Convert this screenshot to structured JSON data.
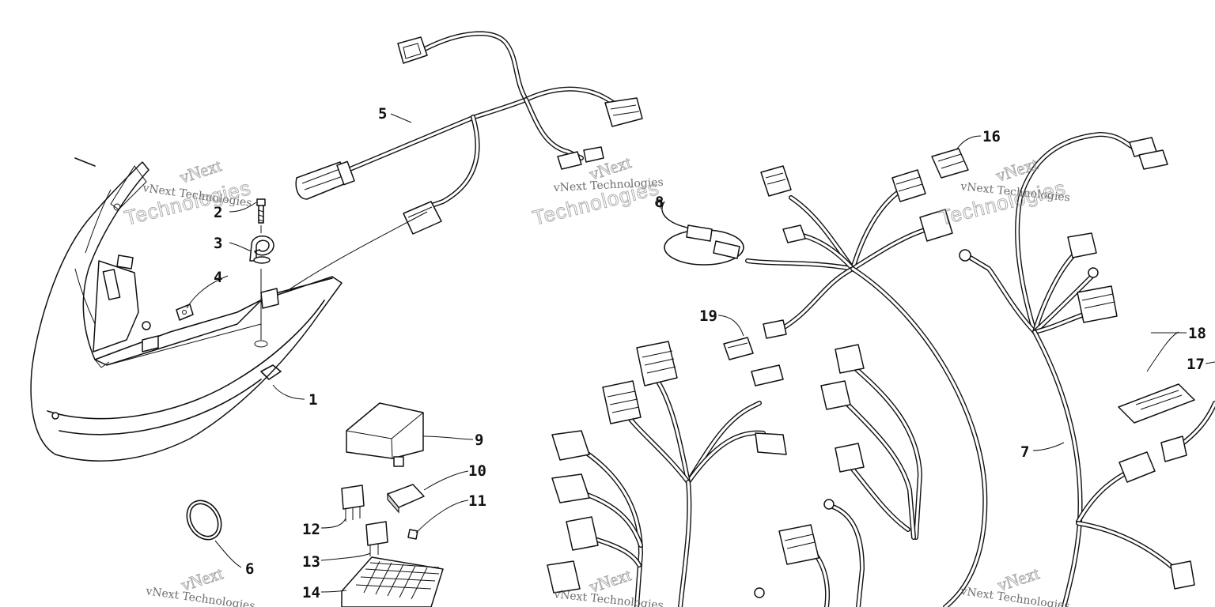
{
  "callouts": {
    "c1": "1",
    "c2": "2",
    "c3": "3",
    "c4": "4",
    "c5": "5",
    "c6": "6",
    "c7": "7",
    "c8": "8",
    "c9": "9",
    "c10": "10",
    "c11": "11",
    "c12": "12",
    "c13": "13",
    "c14": "14",
    "c16": "16",
    "c17": "17",
    "c18": "18",
    "c19": "19"
  },
  "watermark": {
    "brand": "vNext",
    "line": "vNext Technologies",
    "word": "Technologies"
  }
}
